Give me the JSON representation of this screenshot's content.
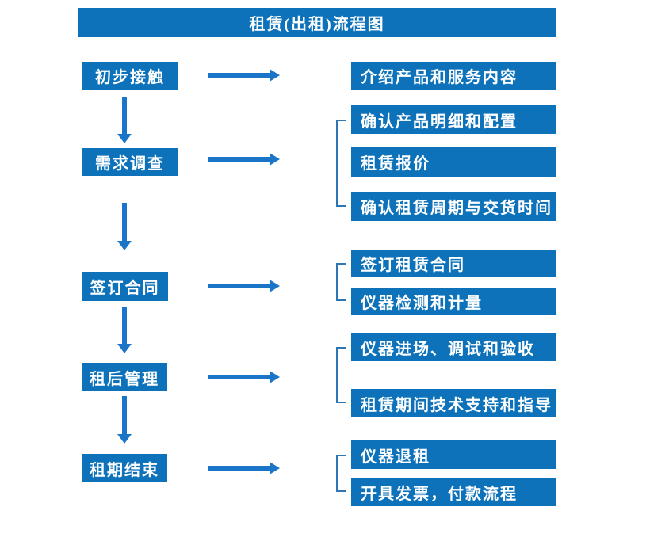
{
  "title_bar": {
    "title": "租赁(出租)流程图"
  },
  "colors": {
    "box_blue": "#0d72ba",
    "arrow_blue": "#1a74c8",
    "bracket_blue": "#2e75b6",
    "box_text": "#ffffff",
    "background": "#ffffff"
  },
  "stages": [
    {
      "label": "初步接触",
      "details": [
        "介绍产品和服务内容"
      ]
    },
    {
      "label": "需求调查",
      "details": [
        "确认产品明细和配置",
        "租赁报价",
        "确认租赁周期与交货时间"
      ]
    },
    {
      "label": "签订合同",
      "details": [
        "签订租赁合同",
        "仪器检测和计量"
      ]
    },
    {
      "label": "租后管理",
      "details": [
        "仪器进场、调试和验收",
        "租赁期间技术支持和指导"
      ]
    },
    {
      "label": "租期结束",
      "details": [
        "仪器退租",
        "开具发票，付款流程"
      ]
    }
  ]
}
